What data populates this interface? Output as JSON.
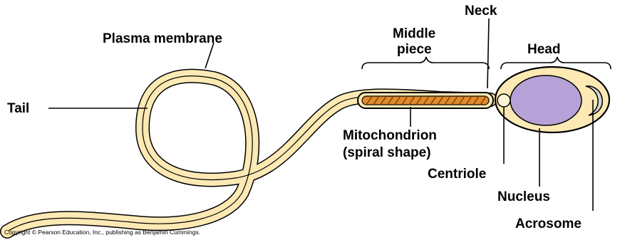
{
  "labels": {
    "neck": "Neck",
    "middle_piece_line1": "Middle",
    "middle_piece_line2": "piece",
    "head": "Head",
    "plasma_membrane": "Plasma membrane",
    "tail": "Tail",
    "mitochondrion_line1": "Mitochondrion",
    "mitochondrion_line2": "(spiral shape)",
    "centriole": "Centriole",
    "nucleus": "Nucleus",
    "acrosome": "Acrosome"
  },
  "copyright": "Copyright © Pearson Education, Inc., publishing as Benjamin Cummings.",
  "colors": {
    "membrane_fill": "#fde9b4",
    "outline": "#000000",
    "mitochondrion": "#e08a2c",
    "nucleus": "#b6a2d6",
    "acrosome": "#d4d4d4",
    "centriole": "#fff5d8"
  }
}
